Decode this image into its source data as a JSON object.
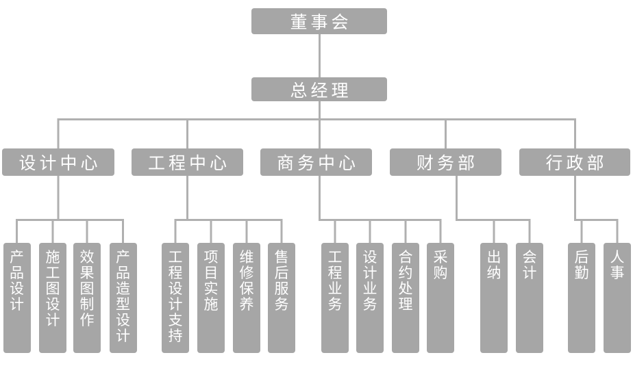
{
  "palette": {
    "background": "#ffffff",
    "box_fill": "#a6a6a6",
    "connector": "#b0b0b0",
    "text": "#ffffff"
  },
  "org_chart": {
    "root": {
      "id": "board-of-directors",
      "label": "董事会"
    },
    "general_manager": {
      "id": "general-manager",
      "label": "总经理"
    },
    "departments": [
      {
        "id": "design-center",
        "label": "设计中心",
        "children": [
          {
            "id": "product-design",
            "label": "产品设计"
          },
          {
            "id": "construction-drawing-design",
            "label": "施工图设计"
          },
          {
            "id": "rendering-production",
            "label": "效果图制作"
          },
          {
            "id": "product-modeling-design",
            "label": "产品造型设计"
          }
        ]
      },
      {
        "id": "engineering-center",
        "label": "工程中心",
        "children": [
          {
            "id": "engineering-design-support",
            "label": "工程设计支持"
          },
          {
            "id": "project-implementation",
            "label": "项目实施"
          },
          {
            "id": "maintenance",
            "label": "维修保养"
          },
          {
            "id": "after-sales-service",
            "label": "售后服务"
          }
        ]
      },
      {
        "id": "business-center",
        "label": "商务中心",
        "children": [
          {
            "id": "engineering-business",
            "label": "工程业务"
          },
          {
            "id": "design-business",
            "label": "设计业务"
          },
          {
            "id": "contract-processing",
            "label": "合约处理"
          },
          {
            "id": "procurement",
            "label": "采购"
          }
        ]
      },
      {
        "id": "finance-department",
        "label": "财务部",
        "children": [
          {
            "id": "cashier",
            "label": "出纳"
          },
          {
            "id": "accounting",
            "label": "会计"
          }
        ]
      },
      {
        "id": "administration-department",
        "label": "行政部",
        "children": [
          {
            "id": "logistics",
            "label": "后勤"
          },
          {
            "id": "human-resources",
            "label": "人事"
          }
        ]
      }
    ]
  }
}
